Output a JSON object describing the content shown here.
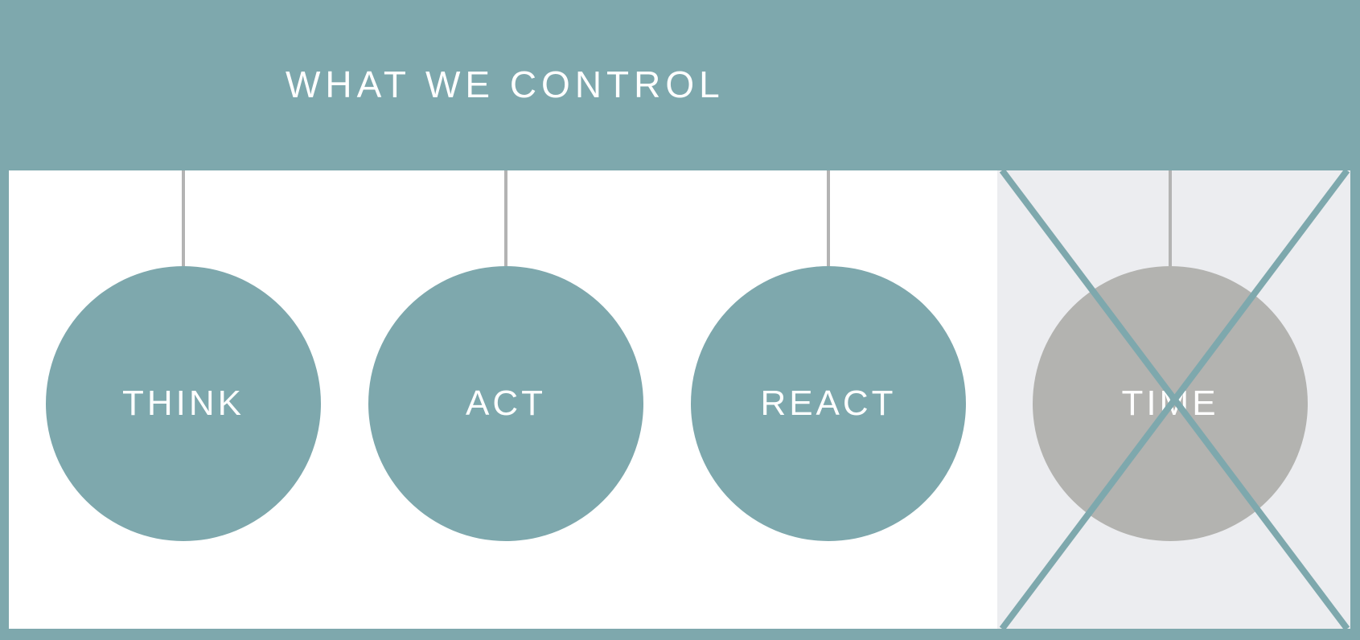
{
  "header": {
    "title": "WHAT WE CONTROL"
  },
  "nodes": [
    {
      "label": "THINK",
      "controlled": true
    },
    {
      "label": "ACT",
      "controlled": true
    },
    {
      "label": "REACT",
      "controlled": true
    },
    {
      "label": "TIME",
      "controlled": false
    }
  ],
  "colors": {
    "accent": "#7ea8ad",
    "excluded_node": "#b3b3b0",
    "excluded_background": "#ecedf0",
    "connector": "#b3b3b3",
    "text": "#ffffff"
  }
}
